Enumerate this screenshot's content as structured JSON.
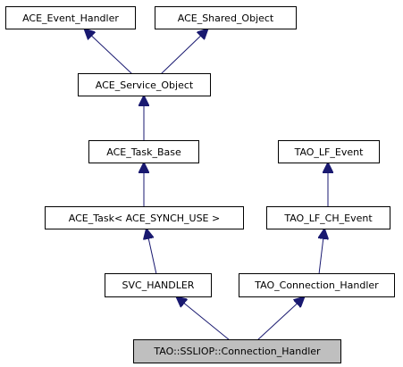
{
  "nodes": {
    "ace_event_handler": "ACE_Event_Handler",
    "ace_shared_object": "ACE_Shared_Object",
    "ace_service_object": "ACE_Service_Object",
    "ace_task_base": "ACE_Task_Base",
    "ace_task": "ACE_Task< ACE_SYNCH_USE >",
    "svc_handler": "SVC_HANDLER",
    "tao_lf_event": "TAO_LF_Event",
    "tao_lf_ch_event": "TAO_LF_CH_Event",
    "tao_connection_handler": "TAO_Connection_Handler",
    "ssliop_connection_handler": "TAO::SSLIOP::Connection_Handler"
  },
  "colors": {
    "node_fill": "#ffffff",
    "current_fill": "#bfbfbf",
    "edge": "#191970"
  }
}
